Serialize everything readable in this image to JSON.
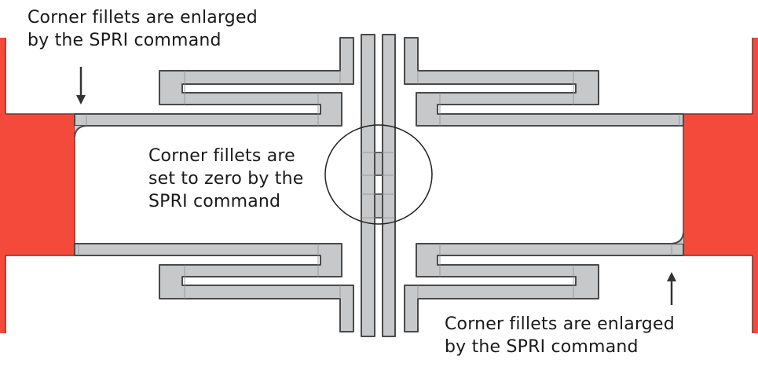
{
  "annotations": {
    "top_left": {
      "line1": "Corner fillets are enlarged",
      "line2": "by the SPRI command"
    },
    "center": {
      "line1": "Corner fillets are",
      "line2": "set to zero by the",
      "line3": "SPRI command"
    },
    "bottom_right": {
      "line1": "Corner fillets are enlarged",
      "line2": "by the SPRI command"
    }
  },
  "colors": {
    "anchor_red": "#f44a3c",
    "anchor_outline": "#8a2a22",
    "structure_gray": "#c6c8c9",
    "structure_outline": "#4a4a4a",
    "text": "#1a1a1a"
  }
}
